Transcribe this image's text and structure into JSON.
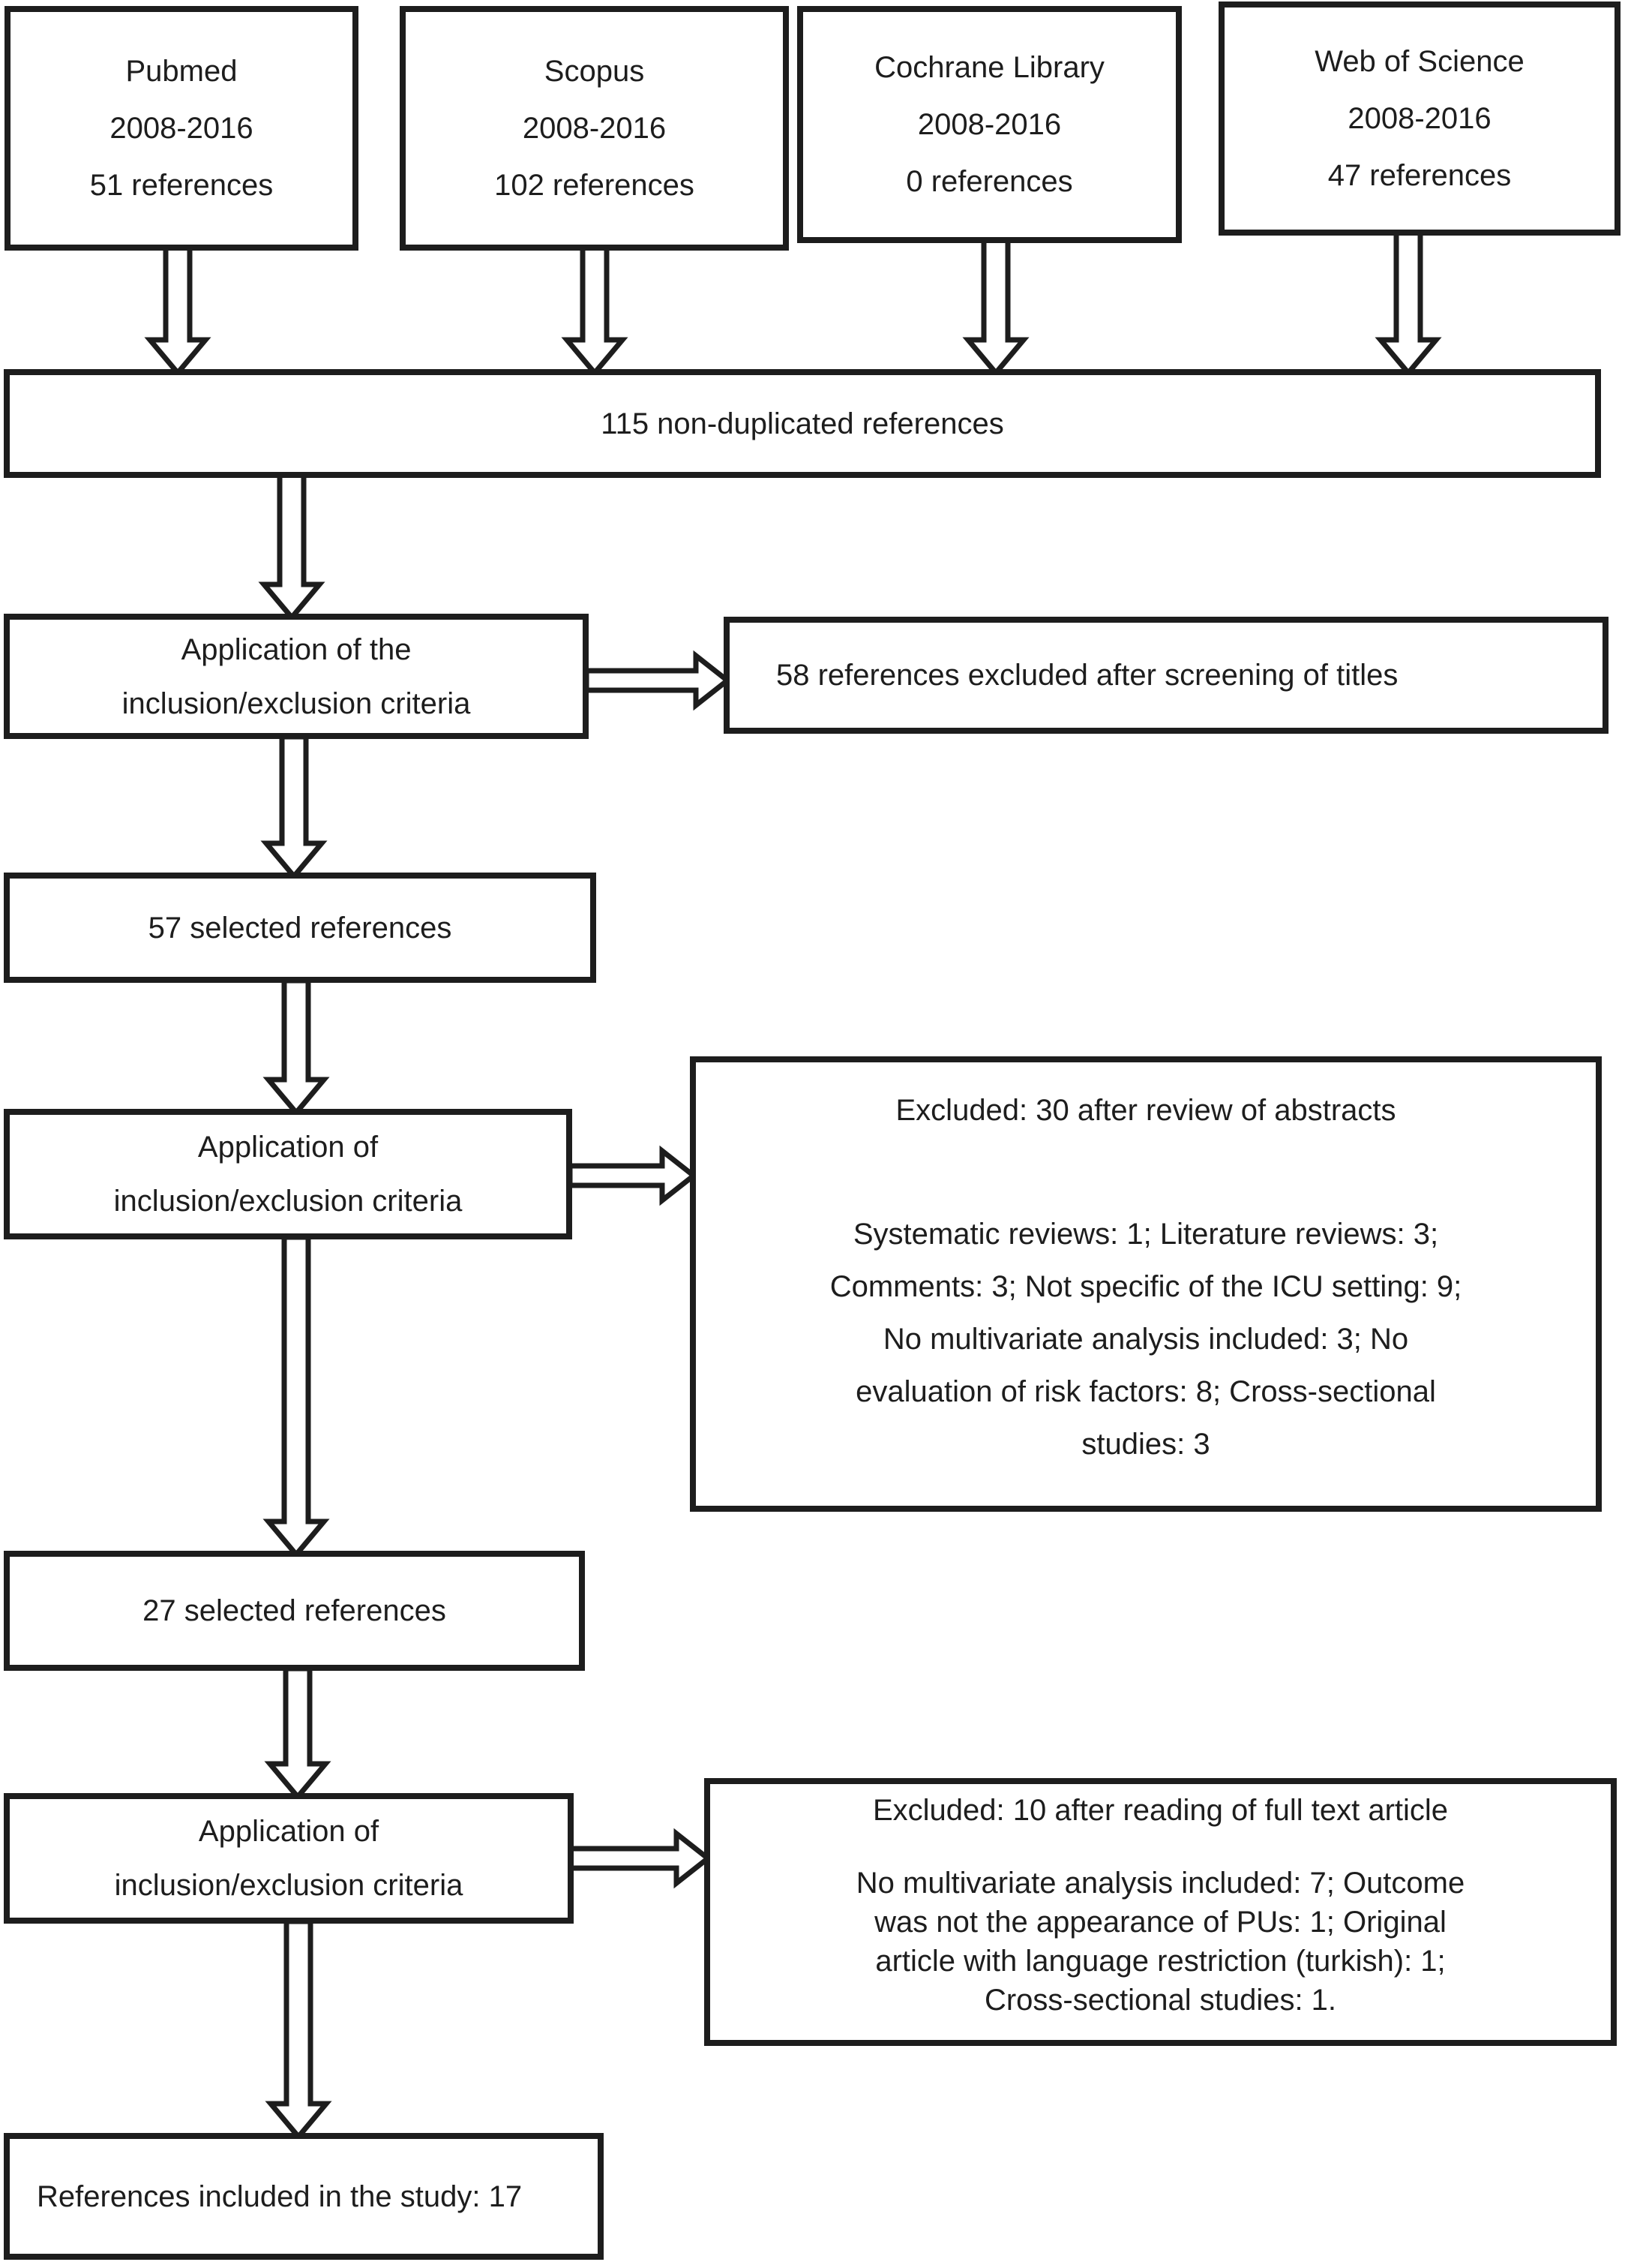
{
  "figure": {
    "type": "flow-diagram",
    "background_color": "#ffffff",
    "ink_color": "#1d1d1d"
  },
  "sources": [
    {
      "database": "Pubmed",
      "period": "2008-2016",
      "references": "51 references"
    },
    {
      "database": "Scopus",
      "period": "2008-2016",
      "references": "102 references"
    },
    {
      "database": "Cochrane Library",
      "period": "2008-2016",
      "references": "0 references"
    },
    {
      "database": "Web of Science",
      "period": "2008-2016",
      "references": "47 references"
    }
  ],
  "pool": {
    "label": "115 non-duplicated references"
  },
  "stage1": {
    "action_line1": "Application of the",
    "action_line2": "inclusion/exclusion criteria",
    "excluded": "58 references excluded after screening of titles",
    "result": "57 selected references"
  },
  "stage2": {
    "action_line1": "Application of",
    "action_line2": "inclusion/exclusion criteria",
    "excluded_title": "Excluded: 30 after review of abstracts",
    "excluded_lines": [
      "Systematic reviews: 1; Literature reviews: 3;",
      "Comments: 3; Not specific of the ICU setting: 9;",
      "No multivariate analysis included: 3; No",
      "evaluation of risk factors: 8; Cross-sectional",
      "studies: 3"
    ],
    "result": "27 selected references"
  },
  "stage3": {
    "action_line1": "Application of",
    "action_line2": "inclusion/exclusion criteria",
    "excluded_title": "Excluded: 10 after reading of full text article",
    "excluded_lines": [
      "No multivariate analysis included: 7; Outcome",
      "was not the appearance of PUs: 1; Original",
      "article with language restriction (turkish): 1;",
      "Cross-sectional studies: 1."
    ],
    "final": "References included in the study: 17"
  }
}
